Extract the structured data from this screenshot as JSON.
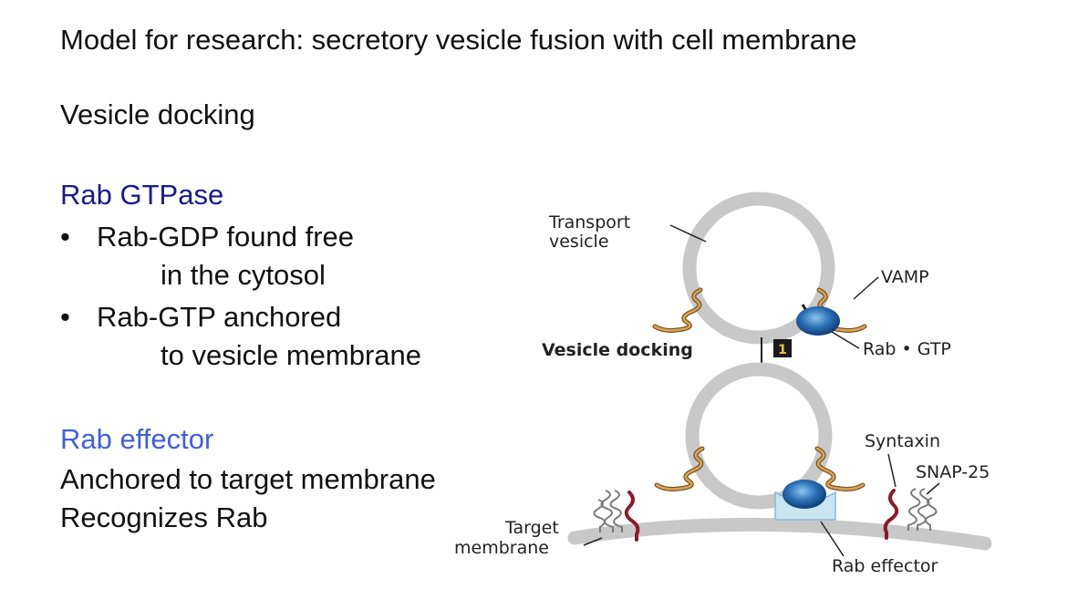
{
  "title": "Model for research: secretory vesicle fusion with cell membrane",
  "section": "Vesicle docking",
  "rab_gtpase": {
    "heading": "Rab GTPase",
    "bullets": [
      {
        "line1": "Rab-GDP found free",
        "line2": "in the cytosol"
      },
      {
        "line1": "Rab-GTP anchored",
        "line2": "to vesicle membrane"
      }
    ],
    "bullet_symbol": "•"
  },
  "rab_effector": {
    "heading": "Rab effector",
    "lines": [
      "Anchored to target membrane",
      "Recognizes Rab"
    ]
  },
  "diagram": {
    "labels": {
      "transport_vesicle_1": "Transport",
      "transport_vesicle_2": "vesicle",
      "vamp": "VAMP",
      "rab_gtp": "Rab • GTP",
      "step": "Vesicle docking",
      "step_number": "1",
      "syntaxin": "Syntaxin",
      "snap25": "SNAP-25",
      "target_membrane_1": "Target",
      "target_membrane_2": "membrane",
      "rab_effector": "Rab effector"
    },
    "colors": {
      "membrane": "#c8c8c8",
      "vamp": "#b8843a",
      "syntaxin": "#8b1a2a",
      "snap25": "#777777",
      "rab": "#1e5a9c",
      "effector": "#c9e4f2",
      "step_box": "#1a1a1a",
      "step_number": "#f2c12e",
      "heading_rab": "#1a1a8c",
      "heading_effector": "#3f5fe0"
    }
  }
}
